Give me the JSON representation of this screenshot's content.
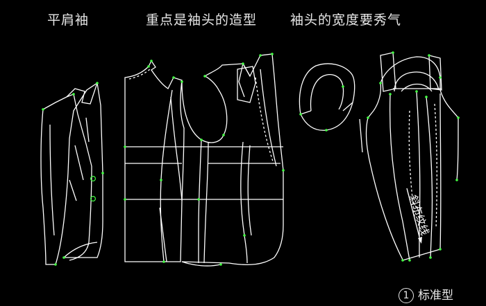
{
  "titles": {
    "sleeve_type": "平肩袖",
    "note_1": "重点是袖头的造型",
    "note_2": "袖头的宽度要秀气"
  },
  "labels": {
    "grain_line": "斜布纹线",
    "standard_number": "1",
    "standard_type": "标准型"
  },
  "colors": {
    "background": "#000000",
    "line": "#ffffff",
    "point": "#44ff44",
    "text": "#e8e8e8"
  }
}
